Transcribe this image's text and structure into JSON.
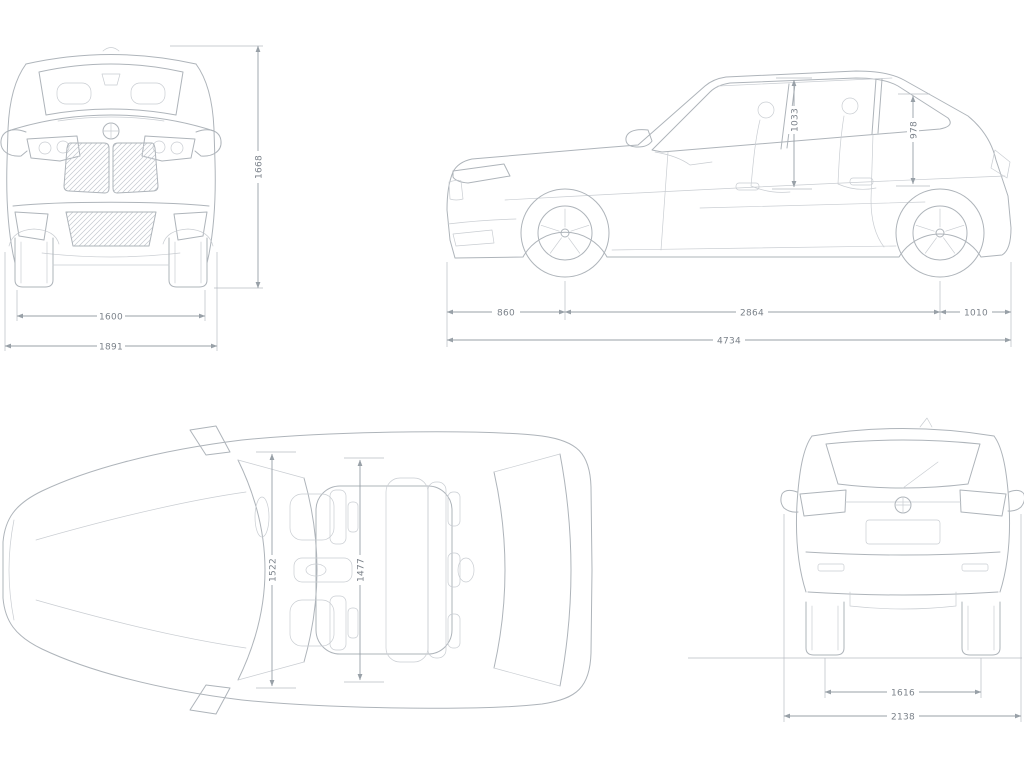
{
  "diagram_title": "vehicle-technical-dimensions",
  "colors": {
    "car_line": "#aeb4ba",
    "dimension_line": "#98a0a7",
    "dimension_text": "#7b828a",
    "background": "#ffffff"
  },
  "views": {
    "front": {
      "name": "front-view",
      "dimensions": {
        "height": "1668",
        "track_width": "1600",
        "overall_width": "1891"
      }
    },
    "side": {
      "name": "side-view",
      "dimensions": {
        "front_overhang": "860",
        "wheelbase": "2864",
        "rear_overhang": "1010",
        "overall_length": "4734",
        "front_headroom": "1033",
        "rear_headroom": "978"
      }
    },
    "top": {
      "name": "top-view",
      "dimensions": {
        "front_interior_width": "1522",
        "rear_interior_width": "1477"
      }
    },
    "rear": {
      "name": "rear-view",
      "dimensions": {
        "rear_track": "1616",
        "width_incl_mirrors": "2138"
      }
    }
  }
}
